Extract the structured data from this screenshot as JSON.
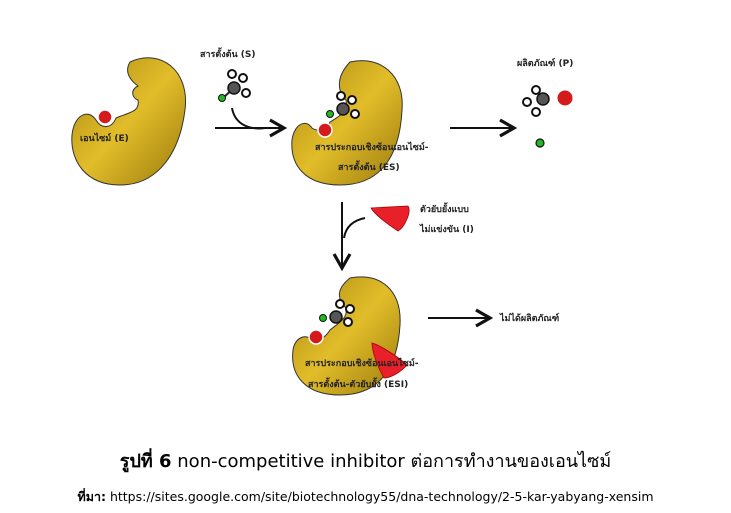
{
  "diagram": {
    "substrate_label": "สารตั้งต้น (S)",
    "enzyme_label": "เอนไซม์ (E)",
    "product_label": "ผลิตภัณฑ์ (P)",
    "es_label_line1": "สารประกอบเชิงซ้อนเอนไซม์-",
    "es_label_line2": "สารตั้งต้น (ES)",
    "inhibitor_label_line1": "ตัวยับยั้งแบบ",
    "inhibitor_label_line2": "ไม่แข่งขัน (I)",
    "no_product_label": "ไม่ได้ผลิตภัณฑ์",
    "esi_label_line1": "สารประกอบเชิงซ้อนเอนไซม์-",
    "esi_label_line2": "สารตั้งต้น-ตัวยับยั้ง (ESI)",
    "colors": {
      "enzyme": "#c9a414",
      "active_site": "#d41a1a",
      "inhibitor": "#e8202a",
      "green_atom": "#22b822",
      "carbon": "#555555"
    }
  },
  "caption": {
    "figure_number": "รูปที่ 6",
    "text": " non-competitive inhibitor ต่อการทำงานของเอนไซม์"
  },
  "source": {
    "label": "ที่มา:",
    "url": " https://sites.google.com/site/biotechnology55/dna-technology/2-5-kar-yabyang-xensim"
  }
}
